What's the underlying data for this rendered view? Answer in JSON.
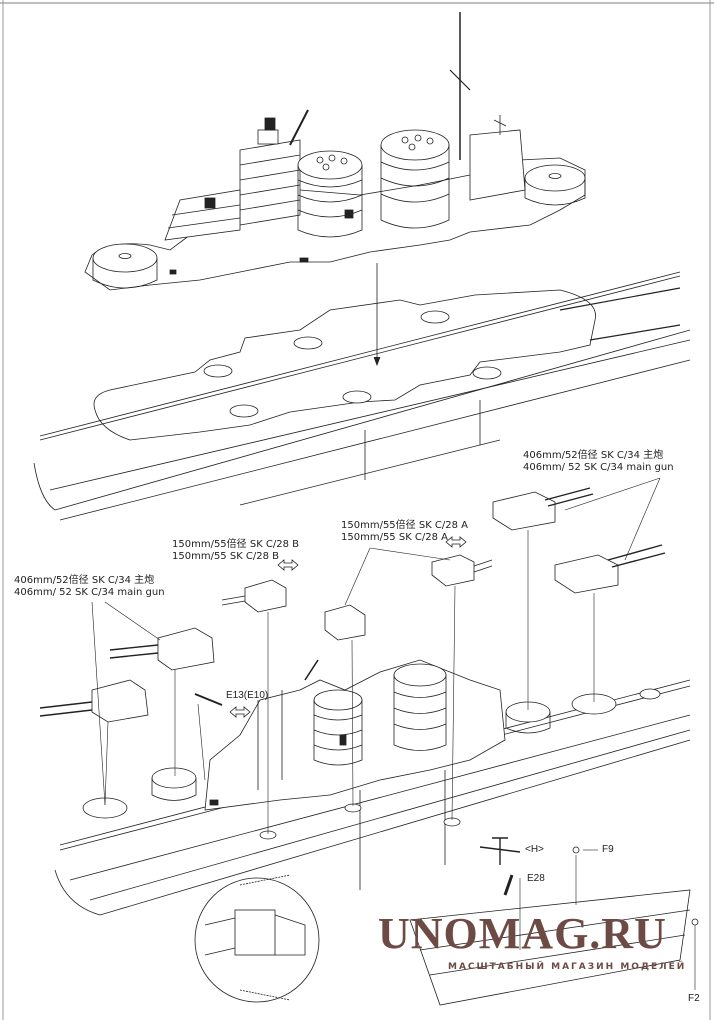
{
  "sheet": {
    "title": "Battleship assembly step – superstructure and turrets",
    "colors": {
      "ink": "#222222",
      "paper": "#ffffff",
      "watermark": "#6e4a44"
    }
  },
  "labels": {
    "main_gun_aft": {
      "line1": "406mm/52倍径 SK C/34 主炮",
      "line2": "406mm/ 52 SK C/34 main gun"
    },
    "main_gun_fwd": {
      "line1": "406mm/52倍径 SK C/34 主炮",
      "line2": "406mm/ 52 SK C/34 main gun"
    },
    "secondary_b": {
      "line1": "150mm/55倍径 SK C/28 B",
      "line2": "150mm/55 SK C/28 B"
    },
    "secondary_a": {
      "line1": "150mm/55倍径 SK C/28 A",
      "line2": "150mm/55 SK C/28 A"
    }
  },
  "parts": {
    "e13": "E13(E10)",
    "h": "<H>",
    "f9": "F9",
    "e28": "E28",
    "f2": "F2"
  },
  "watermark": {
    "brand": "UNOMAG.RU",
    "tagline": "МАСШТАБНЫЙ МАГАЗИН МОДЕЛЕЙ"
  }
}
